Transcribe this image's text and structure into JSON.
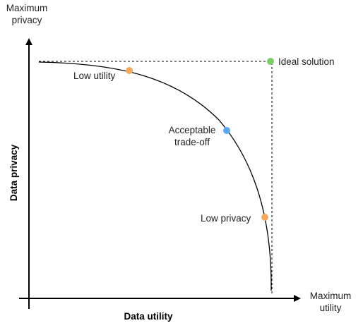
{
  "y_axis": {
    "top_label_line1": "Maximum",
    "top_label_line2": "privacy",
    "title": "Data privacy"
  },
  "x_axis": {
    "end_label_line1": "Maximum",
    "end_label_line2": "utility",
    "title": "Data utility"
  },
  "points": {
    "low_utility": {
      "label": "Low utility",
      "color": "#f5a860"
    },
    "acceptable": {
      "label_line1": "Acceptable",
      "label_line2": "trade-off",
      "color": "#5aa9f2"
    },
    "low_privacy": {
      "label": "Low privacy",
      "color": "#f5a860"
    },
    "ideal": {
      "label": "Ideal solution",
      "color": "#7ccb6a"
    }
  },
  "colors": {
    "axis": "#000000",
    "curve": "#000000",
    "guide_lines": "#000000"
  }
}
